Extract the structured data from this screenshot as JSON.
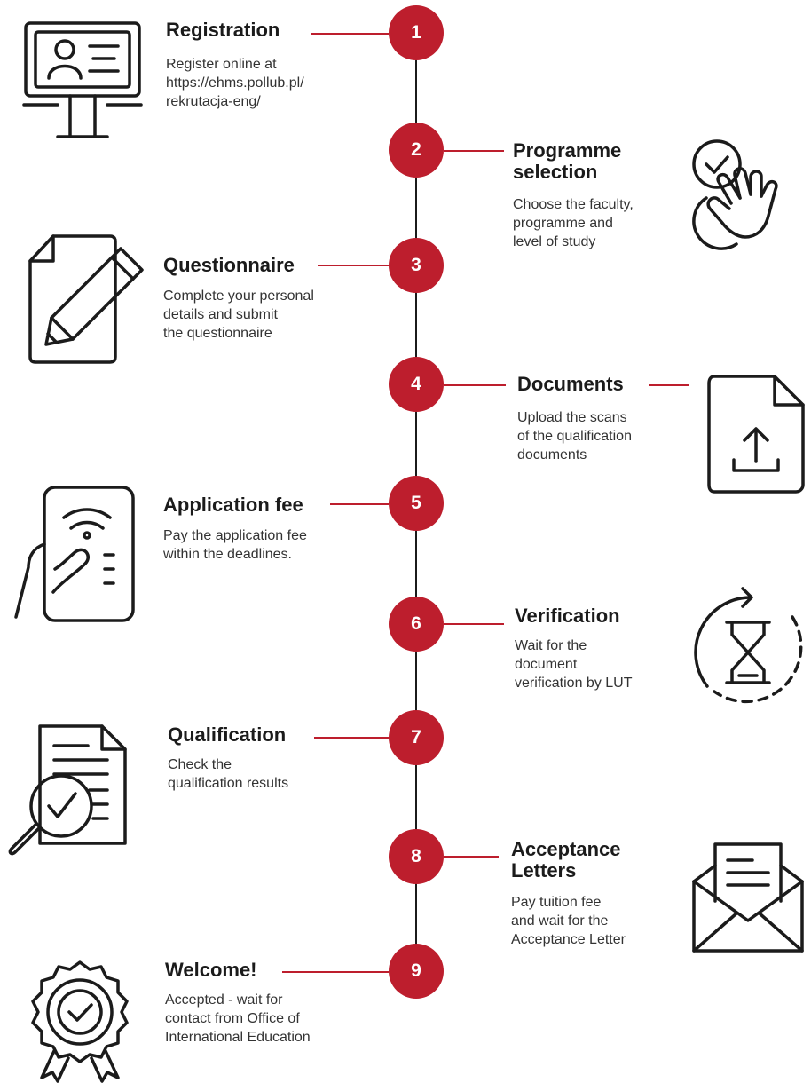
{
  "accent_color": "#bd1e2d",
  "line_color": "#1b1b1b",
  "steps": [
    {
      "number": "1",
      "title": "Registration",
      "description": "Register online at\nhttps://ehms.pollub.pl/\nrekrutacja-eng/",
      "icon": "monitor-profile-icon"
    },
    {
      "number": "2",
      "title": "Programme\nselection",
      "description": "Choose the faculty,\nprogramme and\nlevel of study",
      "icon": "hand-tap-check-icon"
    },
    {
      "number": "3",
      "title": "Questionnaire",
      "description": "Complete your personal\ndetails and submit\nthe questionnaire",
      "icon": "document-pencil-icon"
    },
    {
      "number": "4",
      "title": "Documents",
      "description": "Upload the scans\nof the qualification\ndocuments",
      "icon": "file-upload-icon"
    },
    {
      "number": "5",
      "title": "Application fee",
      "description": "Pay the application fee\nwithin the deadlines.",
      "icon": "contactless-payment-icon"
    },
    {
      "number": "6",
      "title": "Verification",
      "description": "Wait for the\ndocument\nverification by LUT",
      "icon": "hourglass-cycle-icon"
    },
    {
      "number": "7",
      "title": "Qualification",
      "description": "Check the\nqualification results",
      "icon": "document-magnifier-check-icon"
    },
    {
      "number": "8",
      "title": "Acceptance\nLetters",
      "description": "Pay tuition fee\nand wait for the\nAcceptance Letter",
      "icon": "envelope-letter-icon"
    },
    {
      "number": "9",
      "title": "Welcome!",
      "description": "Accepted - wait for\ncontact from Office of\nInternational Education",
      "icon": "award-badge-check-icon"
    }
  ]
}
